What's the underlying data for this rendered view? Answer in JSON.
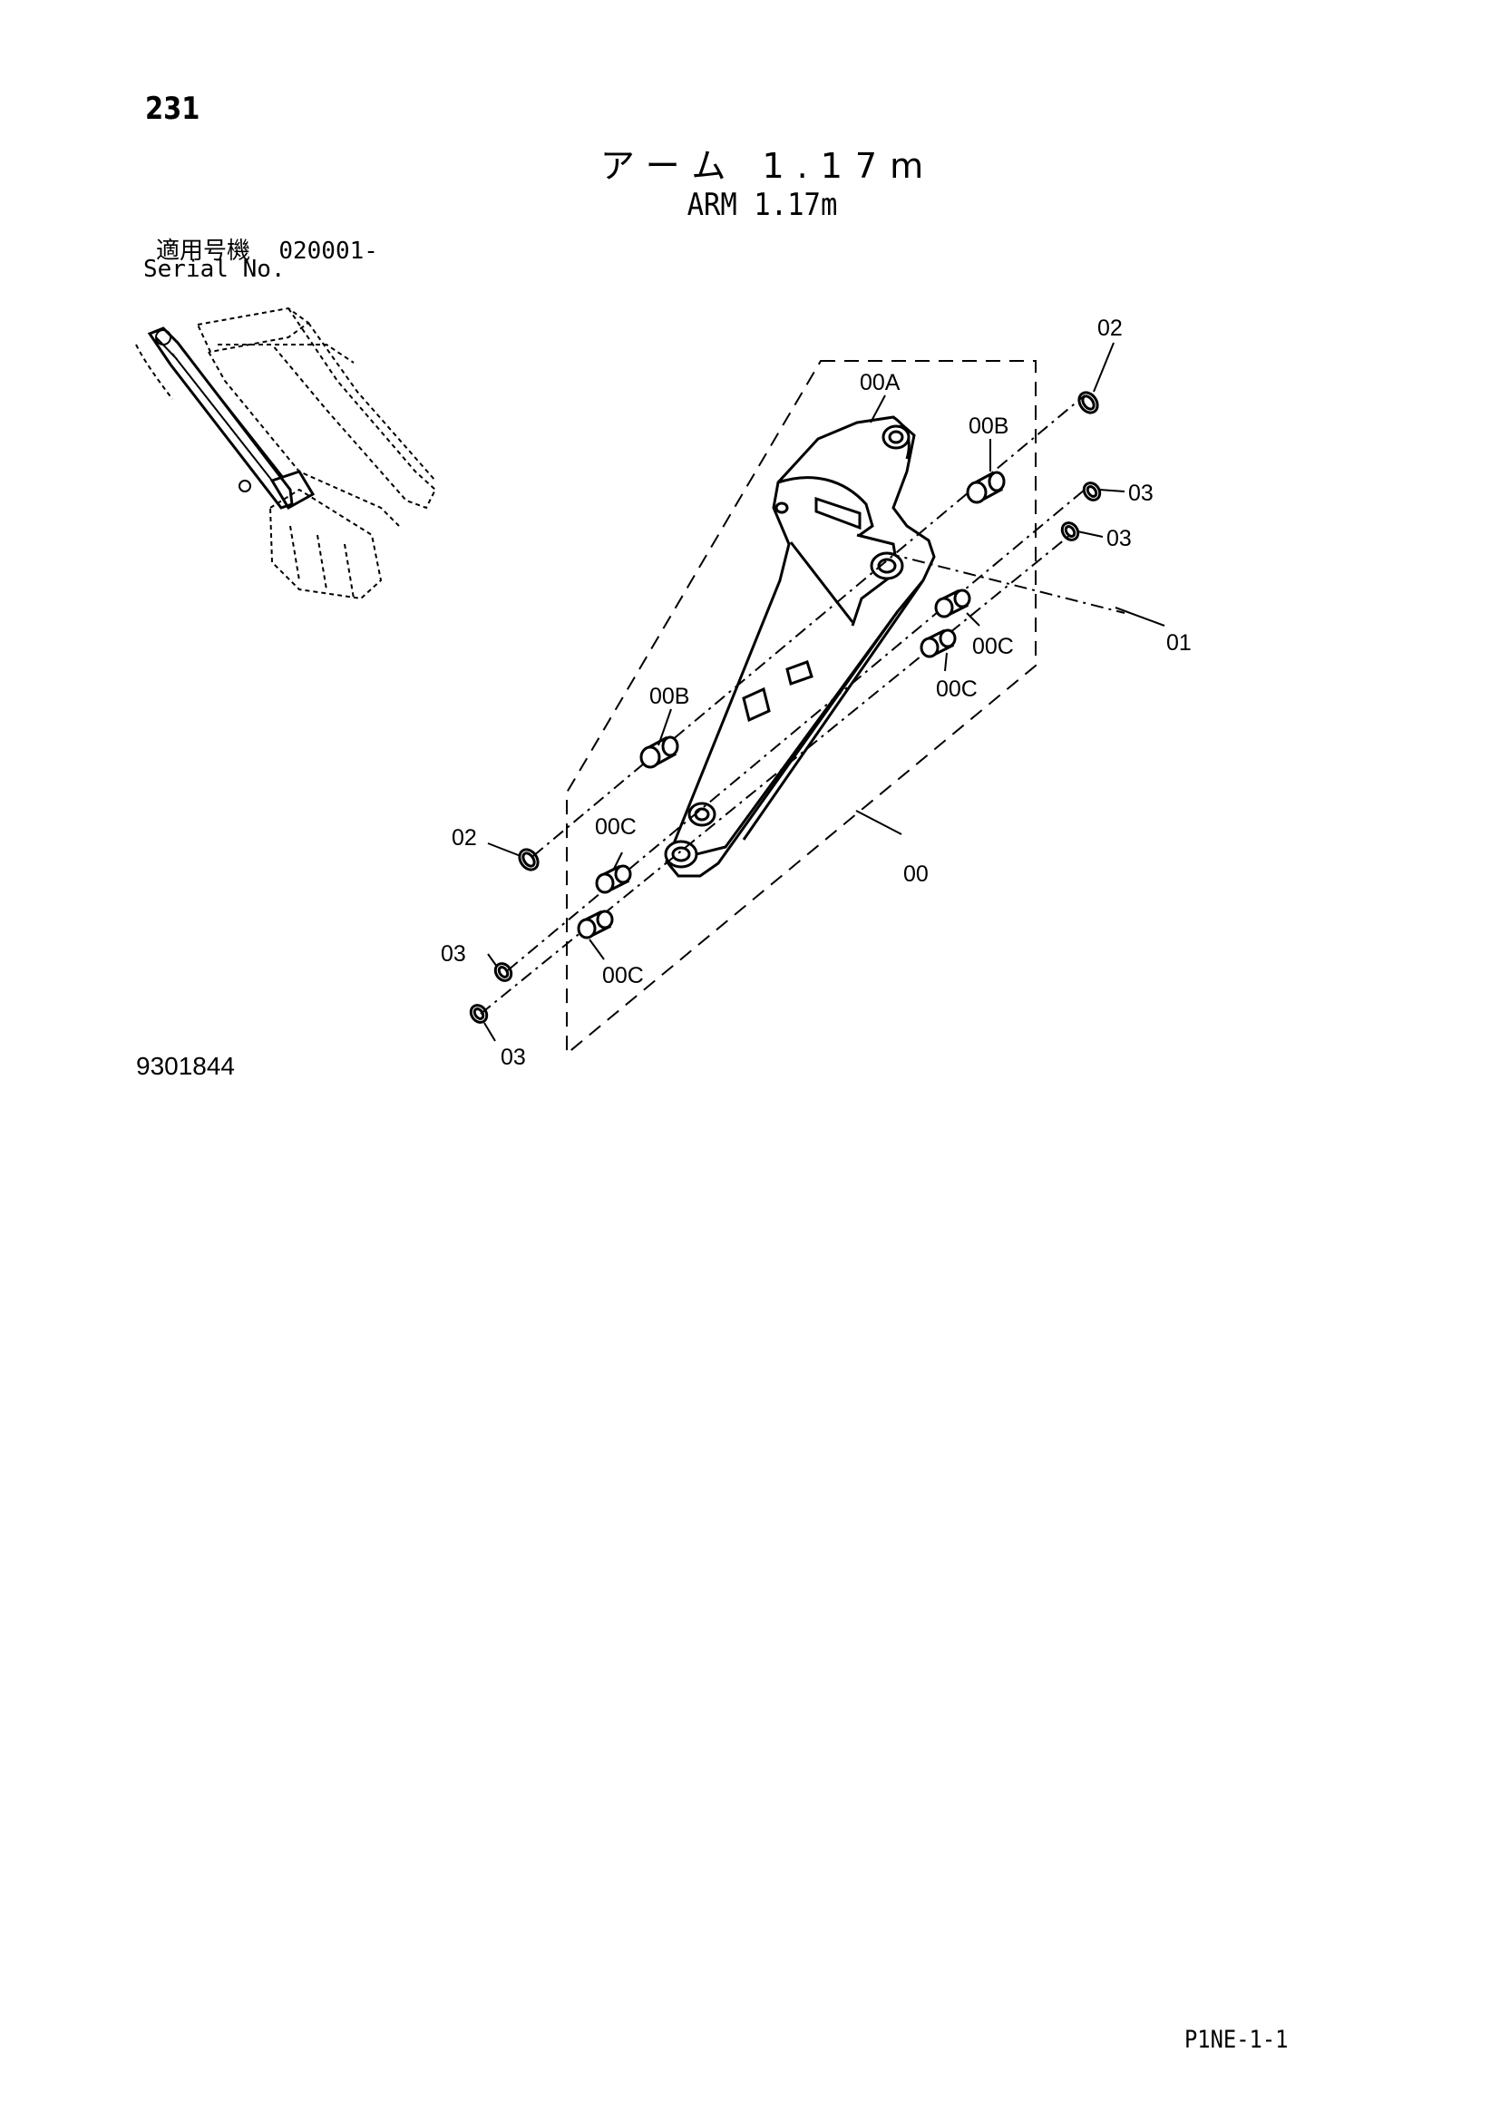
{
  "page_number": "231",
  "title_jp": "アーム 1.17m",
  "title_en": "ARM 1.17m",
  "serial": {
    "label_jp": "適用号機",
    "value": "020001-",
    "label_en": "Serial No."
  },
  "figure_code": "9301844",
  "page_code": "P1NE-1-1",
  "callouts": {
    "arm_assy": "00",
    "arm": "00A",
    "bushing_b": "00B",
    "bushing_c": "00C",
    "pin": "01",
    "ring_02": "02",
    "ring_03": "03"
  }
}
